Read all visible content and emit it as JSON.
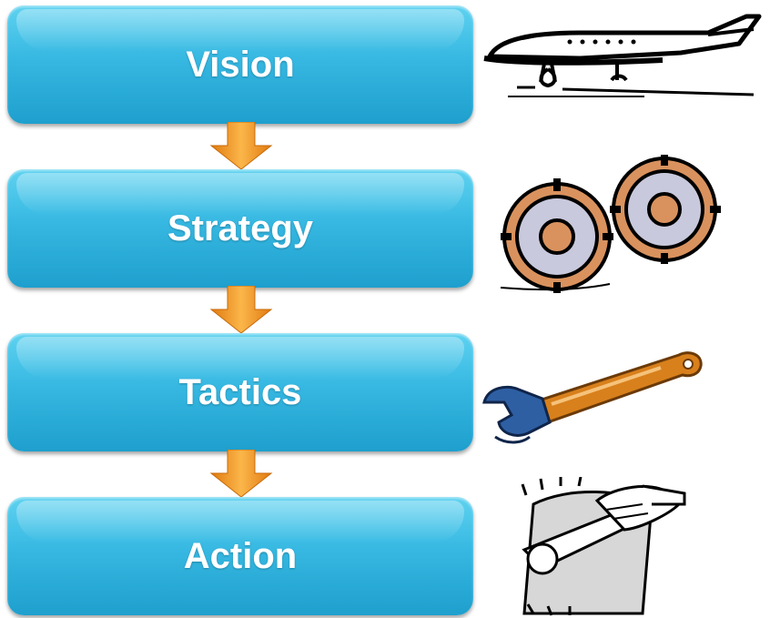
{
  "steps": [
    {
      "label": "Vision",
      "icon": "airplane-icon"
    },
    {
      "label": "Strategy",
      "icon": "gears-icon"
    },
    {
      "label": "Tactics",
      "icon": "wrench-icon"
    },
    {
      "label": "Action",
      "icon": "hand-wrench-icon"
    }
  ],
  "colors": {
    "box_top": "#5fd2f0",
    "box_bottom": "#1e9fcd",
    "arrow": "#f49a1c",
    "gear": "#d9925e",
    "wrench": "#d8801c"
  }
}
